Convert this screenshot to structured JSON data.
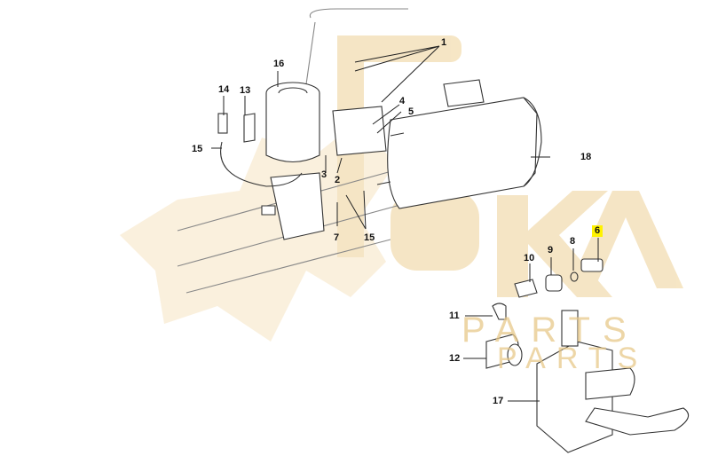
{
  "diagram": {
    "watermark": {
      "text_top": "EKA",
      "text_bottom": "PARTS",
      "color": "#f3deb4"
    },
    "highlight_color": "#fff200",
    "callouts": {
      "c1": "1",
      "c2": "2",
      "c3": "3",
      "c4": "4",
      "c5": "5",
      "c6": "6",
      "c7": "7",
      "c8": "8",
      "c9": "9",
      "c10": "10",
      "c11": "11",
      "c12": "12",
      "c13": "13",
      "c14": "14",
      "c15a": "15",
      "c15b": "15",
      "c16": "16",
      "c17": "17",
      "c18": "18"
    },
    "highlighted_callout": "6"
  }
}
